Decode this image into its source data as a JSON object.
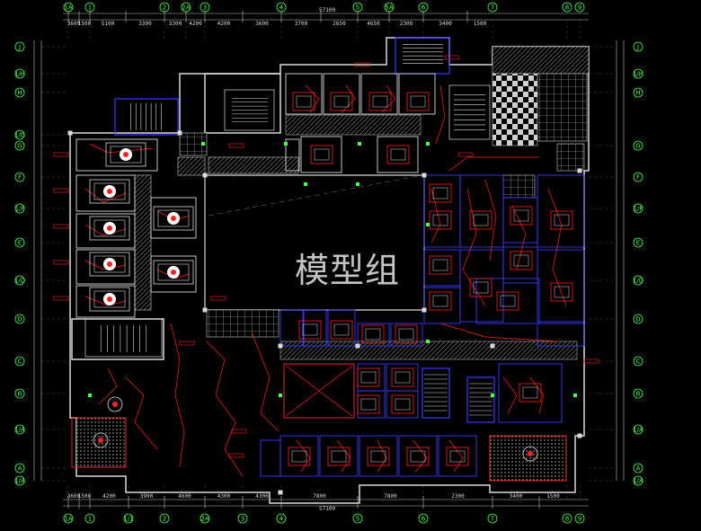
{
  "watermark": "模型组",
  "drawing": {
    "overall_dimension": "57100",
    "top_dimensions": [
      "3600",
      "1500",
      "5100",
      "3300",
      "3300",
      "4200",
      "4200",
      "3600",
      "3700",
      "2650",
      "4650",
      "2300",
      "3400",
      "1500"
    ],
    "bottom_dimensions": [
      "3600",
      "1500",
      "4200",
      "3900",
      "4600",
      "4300",
      "4300",
      "7800",
      "7800",
      "2300",
      "3400",
      "1500"
    ],
    "top_axis_labels": [
      "1A",
      "1",
      "2",
      "2A",
      "3",
      "4",
      "5",
      "5A",
      "6",
      "7",
      "8",
      "9"
    ],
    "bottom_axis_labels": [
      "1A",
      "1",
      "1/1",
      "2",
      "2A",
      "3",
      "4",
      "5",
      "6",
      "7",
      "8",
      "9"
    ],
    "left_axis_labels": [
      "J",
      "1/H",
      "H",
      "1/G",
      "G",
      "F",
      "1/F",
      "E",
      "1/D",
      "D",
      "C",
      "B",
      "1/A",
      "A",
      "1/A"
    ],
    "right_axis_labels": [
      "J",
      "1/H",
      "H",
      "G",
      "F",
      "1/F",
      "E",
      "1/D",
      "D",
      "C",
      "B",
      "1/A",
      "A",
      "1/A"
    ]
  },
  "colors": {
    "background": "#000000",
    "wall": "#d9d9d9",
    "wiring": "#ff2020",
    "partition": "#3b3bff",
    "axis_marker": "#4cff4c",
    "hatch": "#bfbfbf"
  }
}
